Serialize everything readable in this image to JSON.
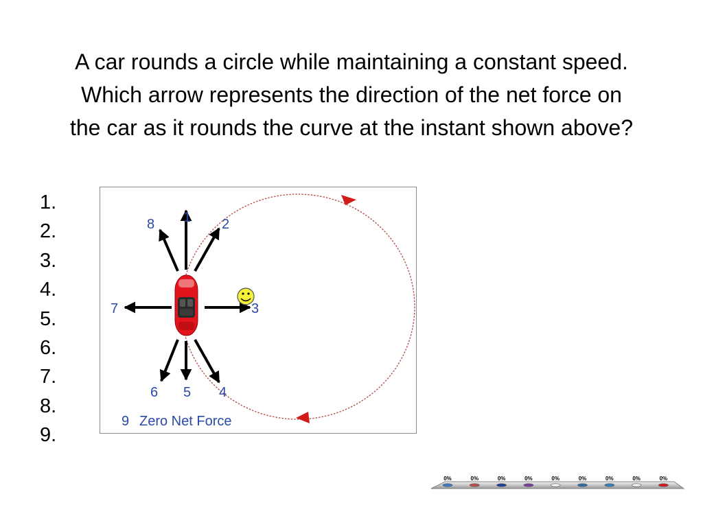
{
  "question": {
    "lines": [
      "A car rounds a circle while maintaining a constant speed.",
      "Which arrow represents the direction of the net force on",
      "the car as it rounds the curve at the instant shown above?"
    ]
  },
  "options": [
    "1.",
    "2.",
    "3.",
    "4.",
    "5.",
    "6.",
    "7.",
    "8.",
    "9."
  ],
  "figure": {
    "arrow_labels": [
      "1",
      "2",
      "3",
      "4",
      "5",
      "6",
      "7",
      "8"
    ],
    "option_9_number": "9",
    "option_9_text": "Zero Net Force",
    "circle_color": "#b5534d",
    "direction_marker_color": "#d21c1c",
    "car_color": "#e3141b",
    "smiley_color": "#f5f03a",
    "label_color": "#2b4aa8"
  },
  "poll": {
    "percentages": [
      "0%",
      "0%",
      "0%",
      "0%",
      "0%",
      "0%",
      "0%",
      "0%",
      "0%"
    ],
    "swatch_colors": [
      "#3a7fc1",
      "#c0504d",
      "#1f3f9a",
      "#7a3fa0",
      "#f2f2f2",
      "#2e6fa8",
      "#3a7fc1",
      "#f2f2f2",
      "#d21c1c"
    ],
    "base_color": "#808080"
  }
}
